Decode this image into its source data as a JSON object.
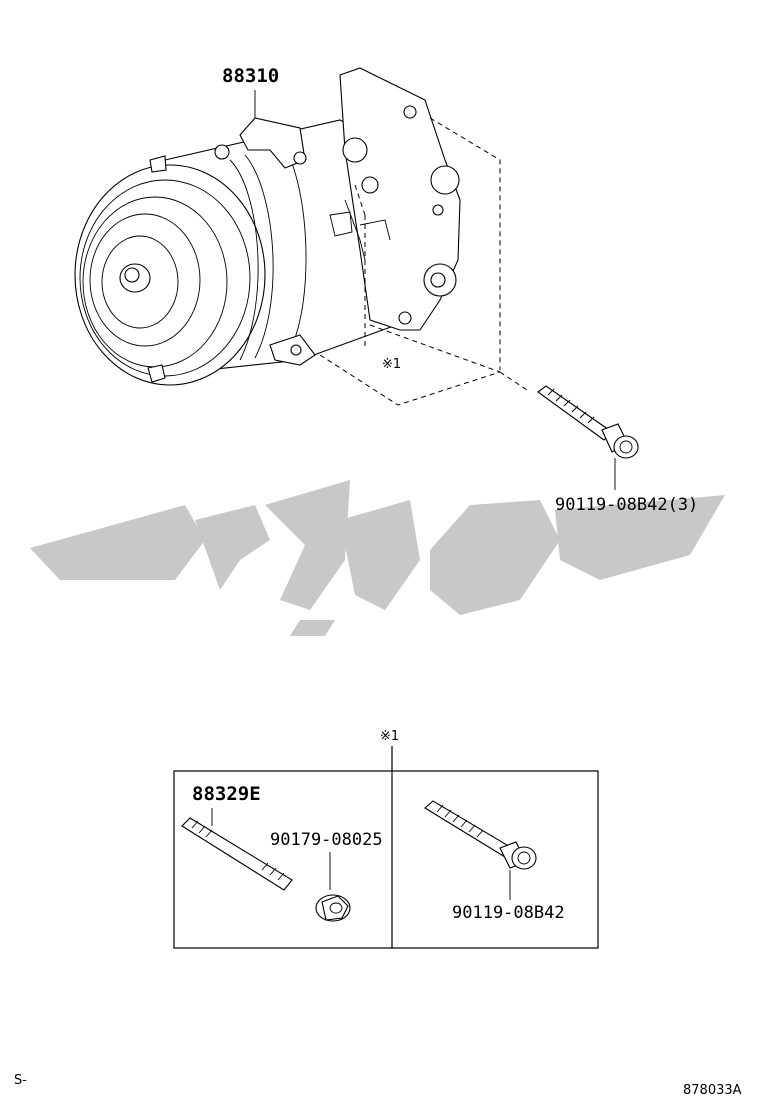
{
  "labels": {
    "compressor": "88310",
    "bolt_main": "90119-08B42(3)",
    "ref_marker_top": "※1",
    "ref_marker_box": "※1",
    "stud": "88329E",
    "nut": "90179-08025",
    "bolt_box": "90119-08B42",
    "bottom_left": "S-",
    "bottom_right": "878033A"
  },
  "icons": {
    "compressor": "ac-compressor-icon",
    "bolt": "flange-bolt-icon",
    "stud": "stud-bolt-icon",
    "nut": "flange-nut-icon",
    "watermark": "watermark-logo"
  },
  "colors": {
    "line": "#000000",
    "watermark": "#c8c8c8",
    "background": "#ffffff"
  }
}
